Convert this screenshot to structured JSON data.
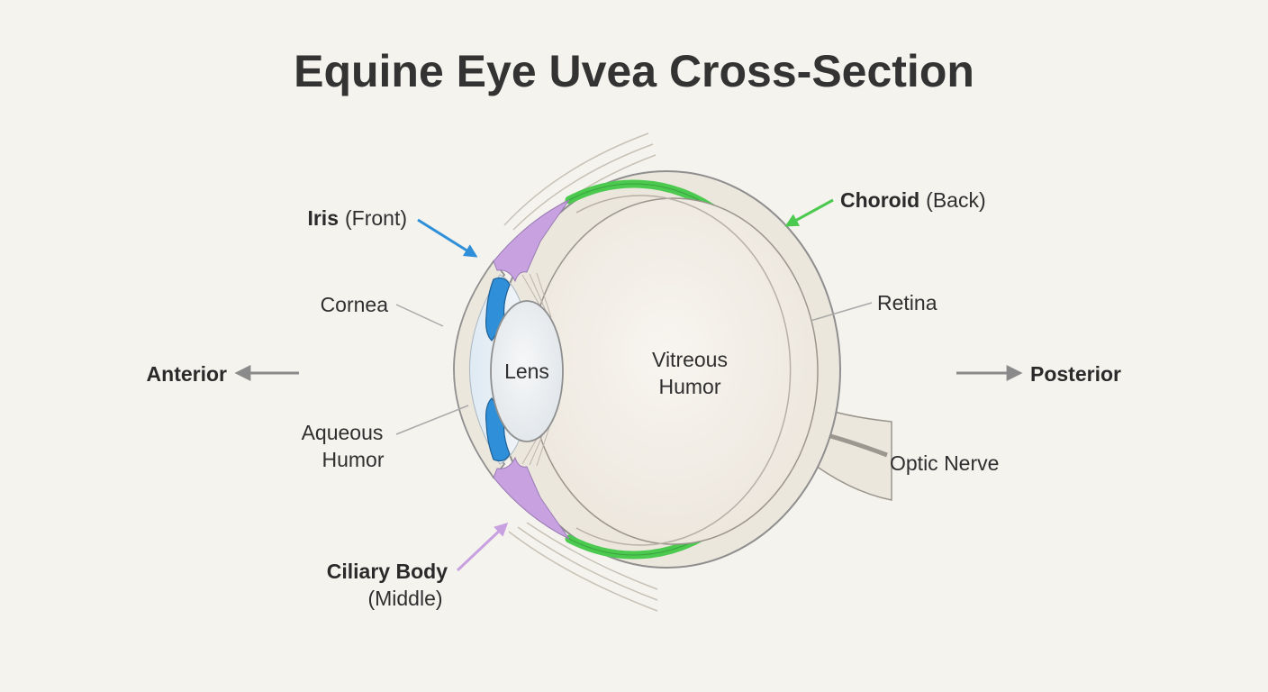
{
  "title": "Equine Eye Uvea Cross-Section",
  "labels": {
    "iris_name": "Iris",
    "iris_note": "(Front)",
    "choroid_name": "Choroid",
    "choroid_note": "(Back)",
    "ciliary_name": "Ciliary Body",
    "ciliary_note": "(Middle)",
    "cornea": "Cornea",
    "retina": "Retina",
    "lens": "Lens",
    "vitreous_line1": "Vitreous",
    "vitreous_line2": "Humor",
    "aqueous_line1": "Aqueous",
    "aqueous_line2": "Humor",
    "optic_nerve": "Optic Nerve",
    "anterior": "Anterior",
    "posterior": "Posterior"
  },
  "colors": {
    "background": "#f5f3ee",
    "iris": "#2f8fd8",
    "choroid": "#4cc94f",
    "ciliary_body": "#c8a2e0",
    "sclera": "#ece7dd",
    "vitreous": "#f1ece4",
    "cornea_fill": "#e6eff5",
    "arrow_gray": "#8a8a8a",
    "outline": "#8f8f8f"
  }
}
